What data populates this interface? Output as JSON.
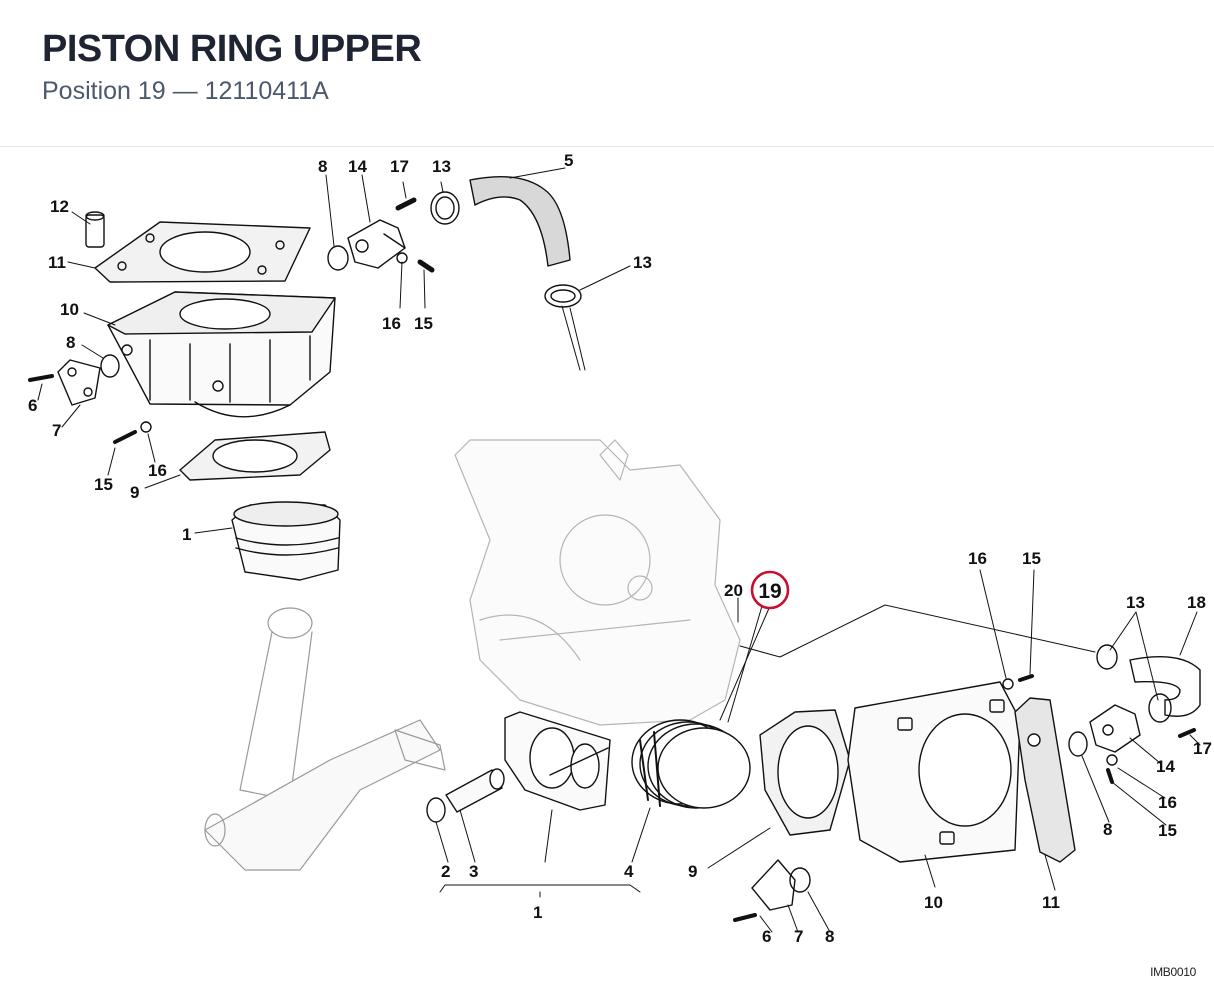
{
  "header": {
    "title": "PISTON RING UPPER",
    "subtitle": "Position 19 — 12110411A"
  },
  "diagram": {
    "highlight": {
      "label": "19",
      "color": "#c8102e"
    },
    "image_code": "IMB0010",
    "callouts": {
      "c_8_top": "8",
      "c_14_top": "14",
      "c_17_top": "17",
      "c_13_top": "13",
      "c_5": "5",
      "c_12": "12",
      "c_11_top": "11",
      "c_13_mid": "13",
      "c_16_top": "16",
      "c_15_top": "15",
      "c_10_top": "10",
      "c_8_left": "8",
      "c_6_left": "6",
      "c_7_left": "7",
      "c_15_left": "15",
      "c_16_left": "16",
      "c_9_left": "9",
      "c_1_left": "1",
      "c_20": "20",
      "c_16_right": "16",
      "c_15_right": "15",
      "c_13_right": "13",
      "c_18": "18",
      "c_17_right": "17",
      "c_14_right": "14",
      "c_16_right2": "16",
      "c_15_right2": "15",
      "c_8_right": "8",
      "c_11_right": "11",
      "c_10_bottom": "10",
      "c_9_bottom": "9",
      "c_2": "2",
      "c_3": "3",
      "c_4": "4",
      "c_1_bottom": "1",
      "c_6_bottom": "6",
      "c_7_bottom": "7",
      "c_8_bottom": "8"
    }
  }
}
